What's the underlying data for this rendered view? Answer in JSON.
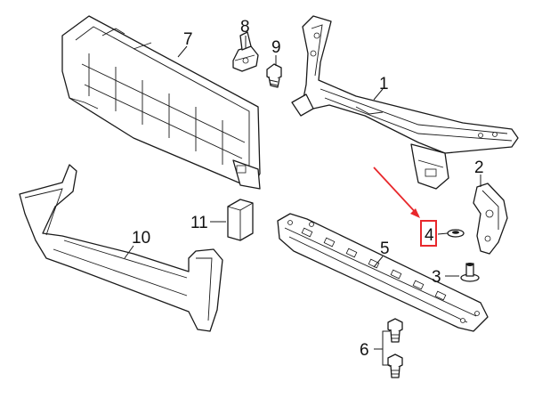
{
  "callouts": [
    {
      "id": "1",
      "label": "1"
    },
    {
      "id": "2",
      "label": "2"
    },
    {
      "id": "3",
      "label": "3"
    },
    {
      "id": "4",
      "label": "4"
    },
    {
      "id": "5",
      "label": "5"
    },
    {
      "id": "6",
      "label": "6"
    },
    {
      "id": "7",
      "label": "7"
    },
    {
      "id": "8",
      "label": "8"
    },
    {
      "id": "9",
      "label": "9"
    },
    {
      "id": "10",
      "label": "10"
    },
    {
      "id": "11",
      "label": "11"
    }
  ],
  "colors": {
    "line": "#1a1a1a",
    "highlight": "#e8282c",
    "background": "#ffffff"
  }
}
